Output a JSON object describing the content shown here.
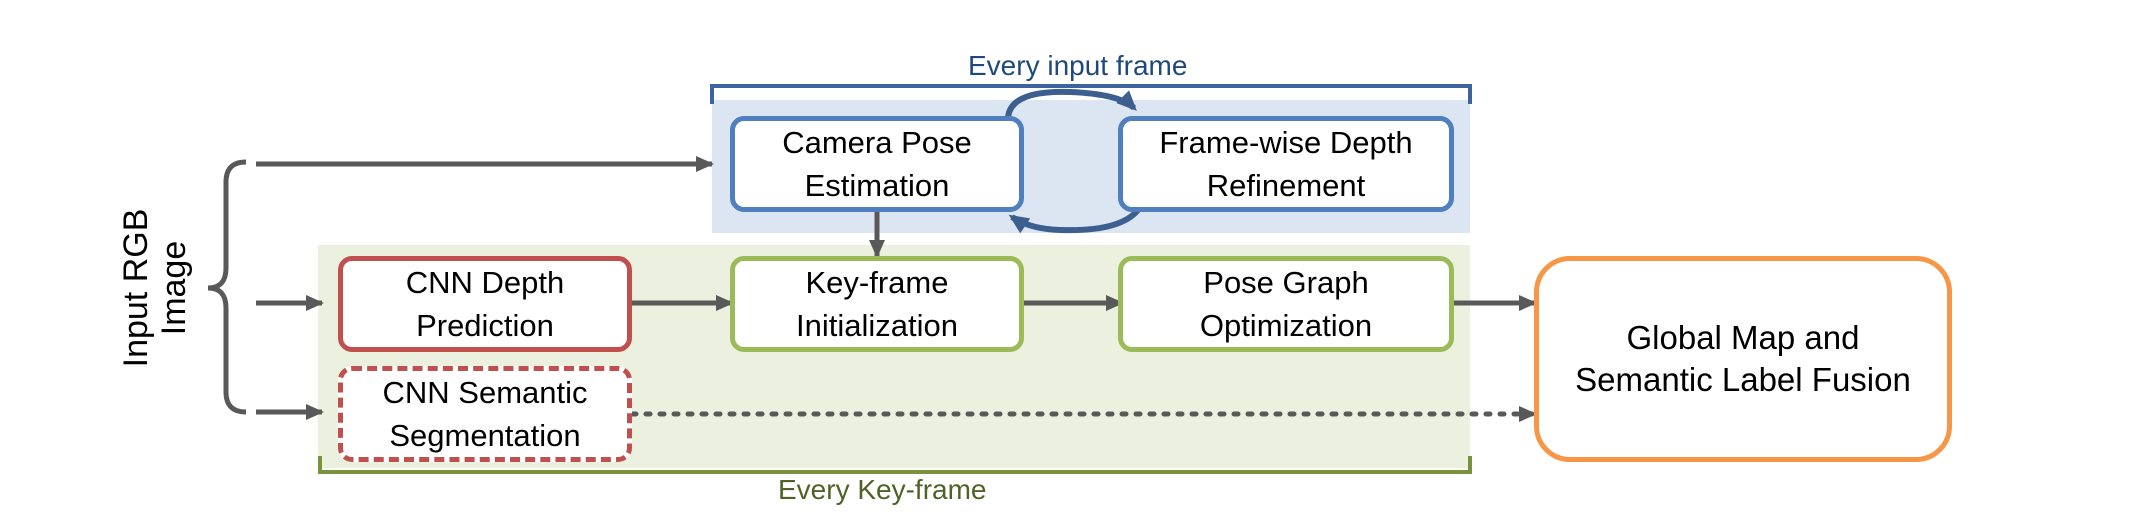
{
  "input_label": "Input RGB\nImage",
  "every_input_frame_label": "Every input frame",
  "every_keyframe_label": "Every Key-frame",
  "nodes": {
    "camera_pose": "Camera Pose\nEstimation",
    "depth_refinement": "Frame-wise Depth\nRefinement",
    "cnn_depth": "CNN Depth\nPrediction",
    "keyframe_init": "Key-frame\nInitialization",
    "pose_graph": "Pose Graph\nOptimization",
    "cnn_semantic": "CNN Semantic\nSegmentation",
    "global_map": "Global Map and\nSemantic Label Fusion"
  },
  "colors": {
    "blue_region": "#dce6f2",
    "green_region": "#ebf1de",
    "blue_border": "#4f7fbf",
    "green_border": "#9bbb59",
    "red_border": "#c0504d",
    "orange_border": "#f79646",
    "arrow": "#595959",
    "blue_caption": "#1f497d",
    "green_caption": "#4f6228"
  }
}
